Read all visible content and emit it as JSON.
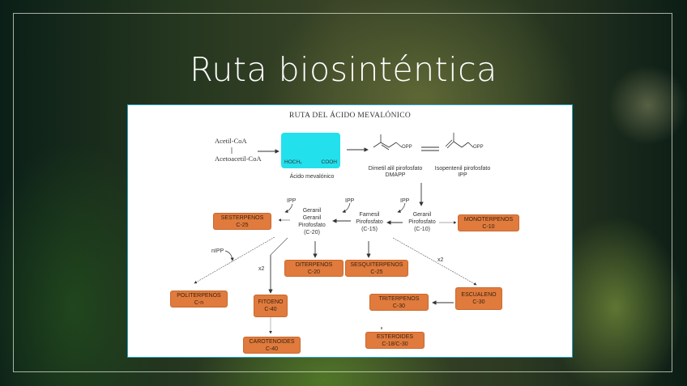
{
  "slide": {
    "title": "Ruta biosinténtica"
  },
  "diagram": {
    "title": "RUTA DEL ÁCIDO MEVALÓNICO",
    "start": {
      "acetyl": "Acetil-CoA",
      "acetoacetyl": "Acetoacetil-CoA"
    },
    "mevalonic": {
      "left_group": "HOCH₂",
      "right_group": "COOH",
      "name": "Ácido mevalónico",
      "highlight_color": "#22e0ec"
    },
    "dmapp": {
      "group": "OPP",
      "name": "Dimetil alil pirofosfato",
      "abbr": "DMAPP"
    },
    "ipp_molecule": {
      "group": "OPP",
      "name": "Isopentenil pirofosfato",
      "abbr": "IPP"
    },
    "intermediates": {
      "gpp": [
        "Geranil",
        "Pirofosfato",
        "(C-10)"
      ],
      "fpp": [
        "Farnesil",
        "Pirofosfato",
        "(C-15)"
      ],
      "ggpp": [
        "Geranil",
        "Geranil",
        "Pirofosfato",
        "(C-20)"
      ]
    },
    "labels": {
      "ipp1": "IPP",
      "ipp2": "IPP",
      "ipp3": "IPP",
      "nipp": "nIPP",
      "x2_left": "x2",
      "x2_right": "x2"
    },
    "box_color": "#e07b3d",
    "products": [
      {
        "name": "MONOTERPENOS",
        "carbon": "C-10"
      },
      {
        "name": "SESTERPENOS",
        "carbon": "C-25"
      },
      {
        "name": "DITERPENOS",
        "carbon": "C-20"
      },
      {
        "name": "SESQUITERPENOS",
        "carbon": "C-25"
      },
      {
        "name": "POLITERPENOS",
        "carbon": "C-n"
      },
      {
        "name": "FITOENO",
        "carbon": "C-40"
      },
      {
        "name": "CAROTENOIDES",
        "carbon": "C-40"
      },
      {
        "name": "ESCUALENO",
        "carbon": "C-30"
      },
      {
        "name": "TRITERPENOS",
        "carbon": "C-30"
      },
      {
        "name": "ESTEROIDES",
        "carbon": "C-18/C-30"
      }
    ]
  }
}
